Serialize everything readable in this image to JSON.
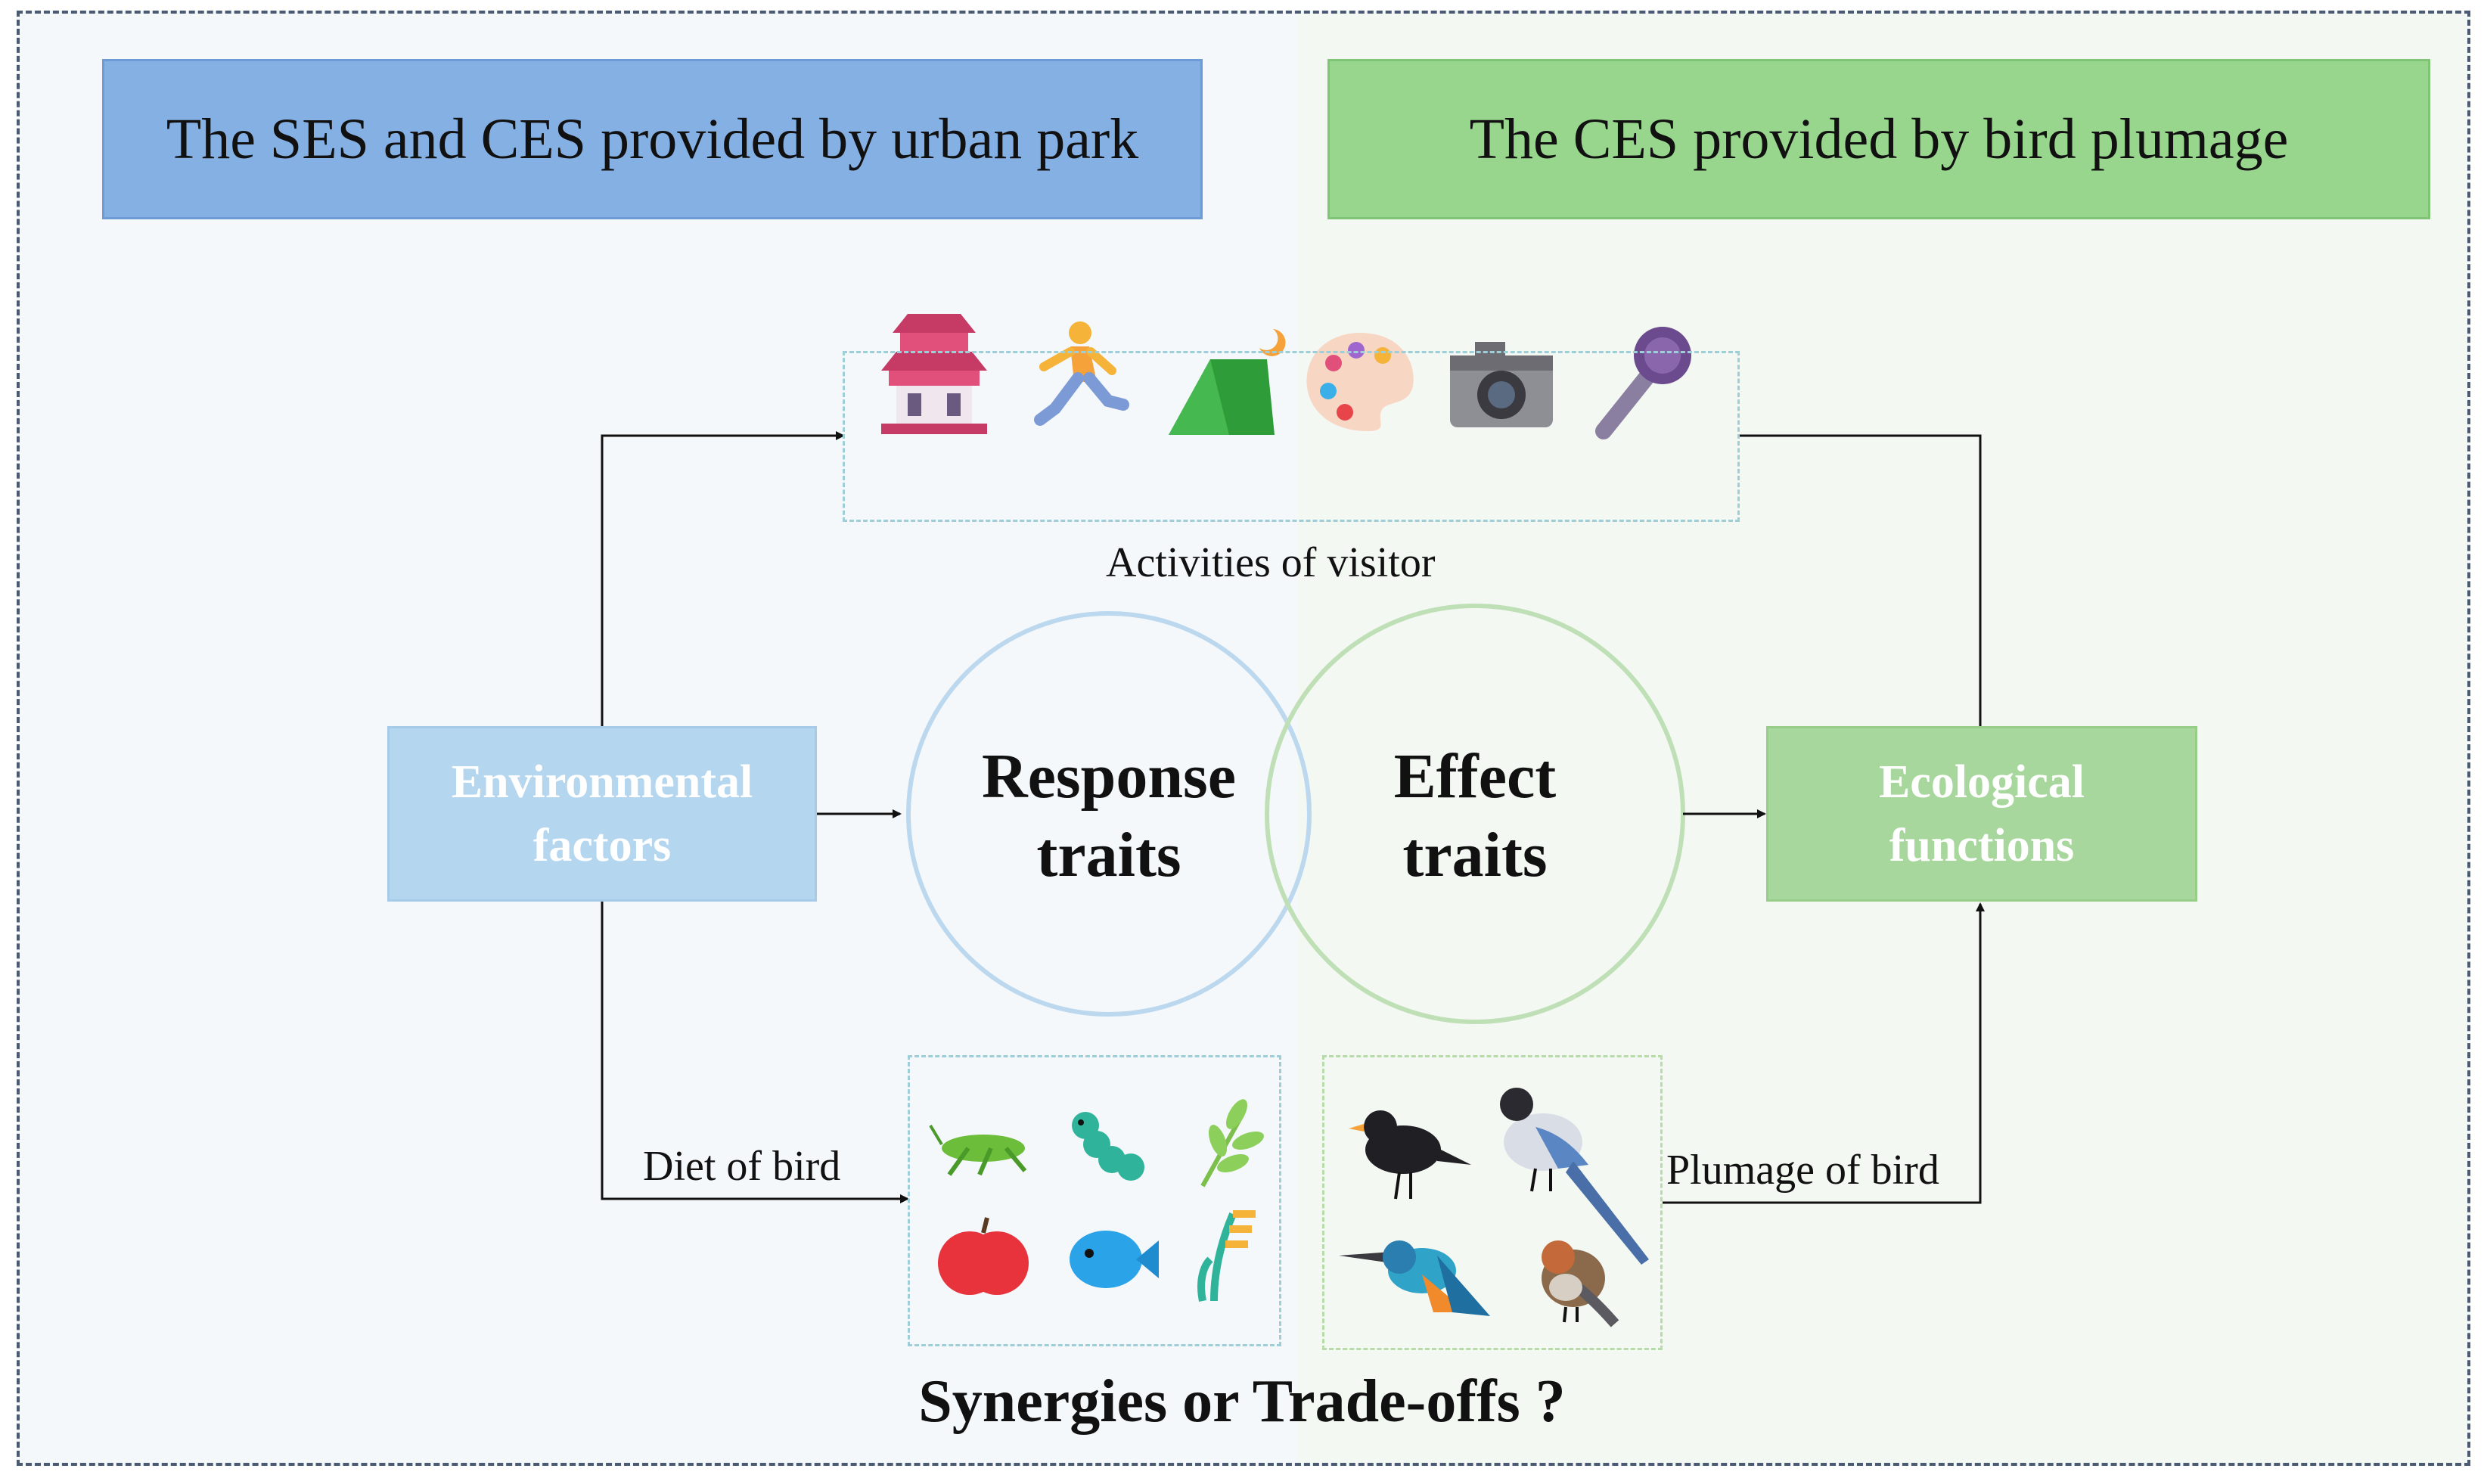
{
  "headers": {
    "left": "The SES and CES provided by urban park",
    "right": "The CES provided by bird plumage"
  },
  "activities": {
    "label": "Activities of visitor",
    "icons": [
      "pagoda-icon",
      "runner-icon",
      "tent-icon",
      "palette-icon",
      "camera-icon",
      "microphone-icon"
    ]
  },
  "diet": {
    "label": "Diet of bird",
    "icons": [
      "grasshopper-icon",
      "caterpillar-icon",
      "leaf-sprig-icon",
      "apple-icon",
      "fish-icon",
      "grain-stalk-icon"
    ]
  },
  "plumage": {
    "label": "Plumage of bird",
    "icons": [
      "blackbird-icon",
      "magpie-icon",
      "kingfisher-icon",
      "sparrow-icon"
    ]
  },
  "boxes": {
    "environmental": [
      "Environmental",
      "factors"
    ],
    "ecological": [
      "Ecological",
      "functions"
    ]
  },
  "circles": {
    "response": [
      "Response",
      "traits"
    ],
    "effect": [
      "Effect",
      "traits"
    ]
  },
  "bottom_title": "Synergies or Trade-offs ?",
  "colors": {
    "left_header": "#85b0e3",
    "right_header": "#98d58d",
    "env_box": "#b5d6ef",
    "eco_box": "#a7d79c",
    "response_circle": "#bcd8ee",
    "effect_circle": "#bfe0b6"
  }
}
